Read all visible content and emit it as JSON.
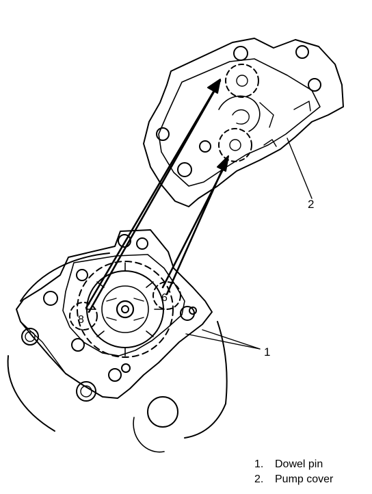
{
  "callouts": [
    {
      "number": "1"
    },
    {
      "number": "2"
    }
  ],
  "legend": [
    {
      "number": "1.",
      "label": "Dowel pin"
    },
    {
      "number": "2.",
      "label": "Pump cover"
    }
  ],
  "gear_marks": [
    "6",
    "8"
  ],
  "colors": {
    "line": "#000000",
    "background": "#ffffff"
  }
}
